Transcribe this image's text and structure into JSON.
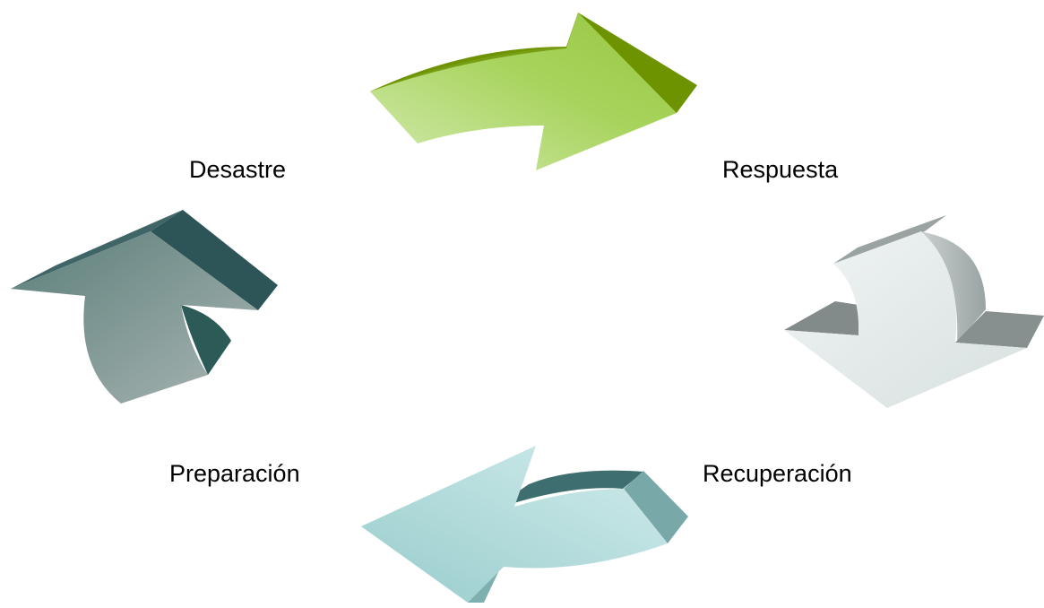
{
  "diagram": {
    "type": "cycle",
    "stages": [
      {
        "id": "desastre",
        "label": "Desastre"
      },
      {
        "id": "respuesta",
        "label": "Respuesta"
      },
      {
        "id": "recuperacion",
        "label": "Recuperación"
      },
      {
        "id": "preparacion",
        "label": "Preparación"
      }
    ],
    "arrows": [
      {
        "from": "desastre",
        "to": "respuesta",
        "color": "#a8d060",
        "shade": "#6f9400"
      },
      {
        "from": "respuesta",
        "to": "recuperacion",
        "color": "#e3eaea",
        "shade": "#8a9191"
      },
      {
        "from": "recuperacion",
        "to": "preparacion",
        "color": "#a9d5d5",
        "shade": "#6f9d9d"
      },
      {
        "from": "preparacion",
        "to": "desastre",
        "color": "#6c8c88",
        "shade": "#2d5557"
      }
    ]
  }
}
